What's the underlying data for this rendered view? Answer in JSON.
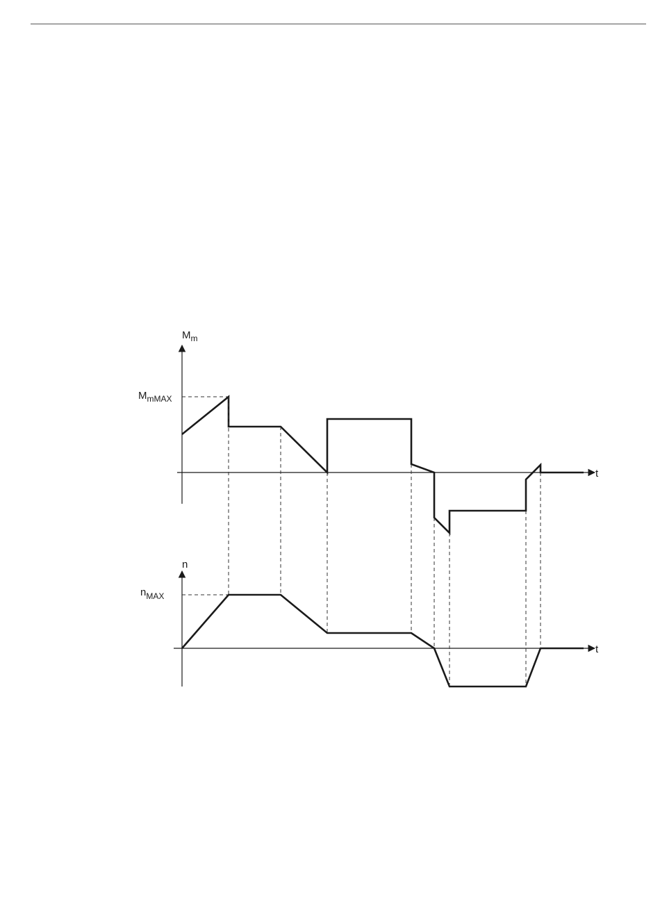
{
  "torque_plot": {
    "axis_label": "M",
    "axis_label_sub": "m",
    "max_label": "M",
    "max_label_sub": "mMAX",
    "time_label": "t"
  },
  "speed_plot": {
    "axis_label": "n",
    "max_label": "n",
    "max_label_sub": "MAX",
    "time_label": "t"
  },
  "colors": {
    "line": "#1a1a1a",
    "rule": "#555555"
  }
}
